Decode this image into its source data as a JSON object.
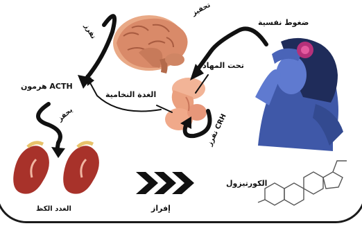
{
  "labels": {
    "stress": "ضغوط نفسية",
    "stimulate_top": "تحفيز",
    "secrete_top": "تفرز",
    "hypothalamus": "تحت المهاد",
    "pituitary": "الغدة النخامية",
    "acth": "هرمون ACTH",
    "stimulate_mid": "يحفز",
    "crh": "تفرز CRH",
    "adrenal": "الغدد الكظ",
    "secretion": "إفراز",
    "cortisol": "الكورتيزول"
  }
}
